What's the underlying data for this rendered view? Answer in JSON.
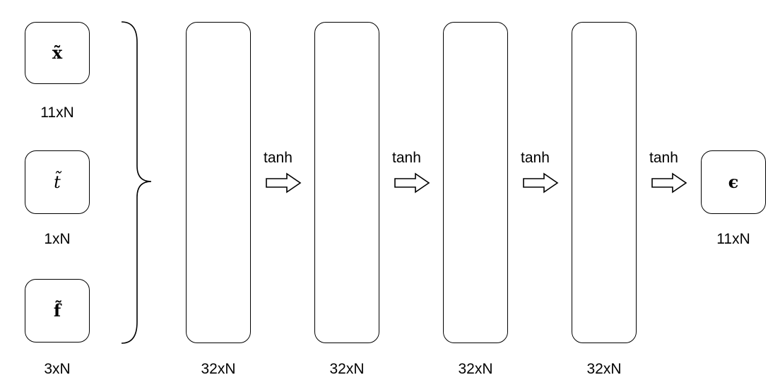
{
  "inputs": [
    {
      "symbol": "x̃",
      "dims": "11xN"
    },
    {
      "symbol": "t̃",
      "dims": "1xN"
    },
    {
      "symbol": "f̃",
      "dims": "3xN"
    }
  ],
  "hidden_layers": [
    {
      "dims": "32xN"
    },
    {
      "dims": "32xN"
    },
    {
      "dims": "32xN"
    },
    {
      "dims": "32xN"
    }
  ],
  "activations": [
    "tanh",
    "tanh",
    "tanh",
    "tanh"
  ],
  "output": {
    "symbol": "ϵ",
    "dims": "11xN"
  }
}
